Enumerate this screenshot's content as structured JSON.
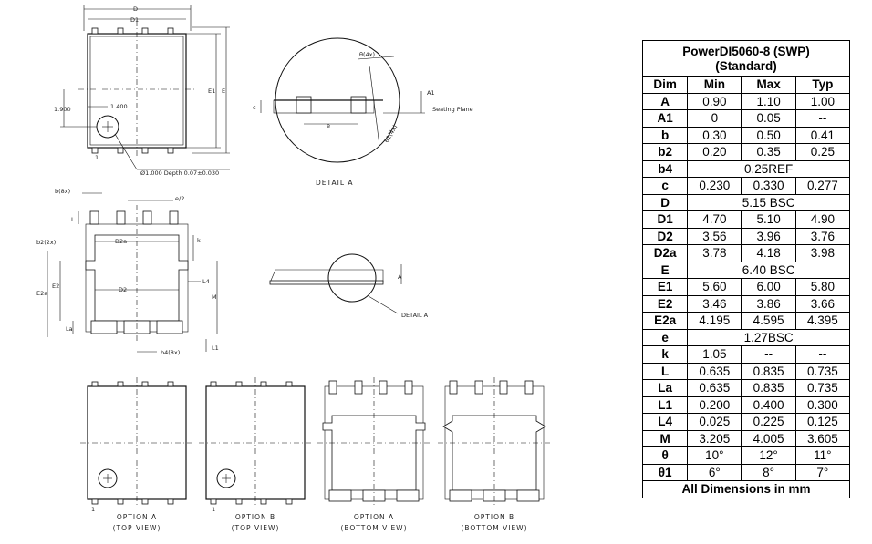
{
  "table": {
    "title_line1": "PowerDI5060-8 (SWP)",
    "title_line2": "(Standard)",
    "headers": [
      "Dim",
      "Min",
      "Max",
      "Typ"
    ],
    "rows": [
      [
        "A",
        "0.90",
        "1.10",
        "1.00"
      ],
      [
        "A1",
        "0",
        "0.05",
        "--"
      ],
      [
        "b",
        "0.30",
        "0.50",
        "0.41"
      ],
      [
        "b2",
        "0.20",
        "0.35",
        "0.25"
      ],
      [
        "b4",
        "0.25REF"
      ],
      [
        "c",
        "0.230",
        "0.330",
        "0.277"
      ],
      [
        "D",
        "5.15 BSC"
      ],
      [
        "D1",
        "4.70",
        "5.10",
        "4.90"
      ],
      [
        "D2",
        "3.56",
        "3.96",
        "3.76"
      ],
      [
        "D2a",
        "3.78",
        "4.18",
        "3.98"
      ],
      [
        "E",
        "6.40 BSC"
      ],
      [
        "E1",
        "5.60",
        "6.00",
        "5.80"
      ],
      [
        "E2",
        "3.46",
        "3.86",
        "3.66"
      ],
      [
        "E2a",
        "4.195",
        "4.595",
        "4.395"
      ],
      [
        "e",
        "1.27BSC"
      ],
      [
        "k",
        "1.05",
        "--",
        "--"
      ],
      [
        "L",
        "0.635",
        "0.835",
        "0.735"
      ],
      [
        "La",
        "0.635",
        "0.835",
        "0.735"
      ],
      [
        "L1",
        "0.200",
        "0.400",
        "0.300"
      ],
      [
        "L4",
        "0.025",
        "0.225",
        "0.125"
      ],
      [
        "M",
        "3.205",
        "4.005",
        "3.605"
      ],
      [
        "θ",
        "10°",
        "12°",
        "11°"
      ],
      [
        "θ1",
        "6°",
        "8°",
        "7°"
      ]
    ],
    "footer": "All Dimensions in mm"
  },
  "labels": {
    "top_D": "D",
    "top_D1": "D1",
    "top_E1": "E1",
    "top_E": "E",
    "top_1400": "1.400",
    "top_1900": "1.900",
    "pin1": "1",
    "depth_note": "Ø1.000 Depth 0.07±0.030",
    "detail_theta": "θ(4x)",
    "detail_theta1": "θ1(4x)",
    "detail_c": "c",
    "detail_e": "e",
    "detail_A1": "A1",
    "seating_plane": "Seating Plane",
    "detail_a_title": "DETAIL A",
    "bot_b8x": "b(8x)",
    "bot_e2": "e/2",
    "bot_L": "L",
    "bot_b2": "b2(2x)",
    "bot_D2a": "D2a",
    "bot_k": "k",
    "bot_E2a": "E2a",
    "bot_E2": "E2",
    "bot_D2": "D2",
    "bot_L4": "L4",
    "bot_M": "M",
    "bot_La": "La",
    "bot_b4": "b4(8x)",
    "bot_L1": "L1",
    "side_A": "A",
    "side_detail": "DETAIL A",
    "optA_top_1": "OPTION A",
    "optA_top_2": "(TOP VIEW)",
    "optB_top_1": "OPTION B",
    "optB_top_2": "(TOP VIEW)",
    "optA_bot_1": "OPTION A",
    "optA_bot_2": "(BOTTOM VIEW)",
    "optB_bot_1": "OPTION B",
    "optB_bot_2": "(BOTTOM VIEW)",
    "optA_pin1": "1",
    "optB_pin1": "1"
  }
}
